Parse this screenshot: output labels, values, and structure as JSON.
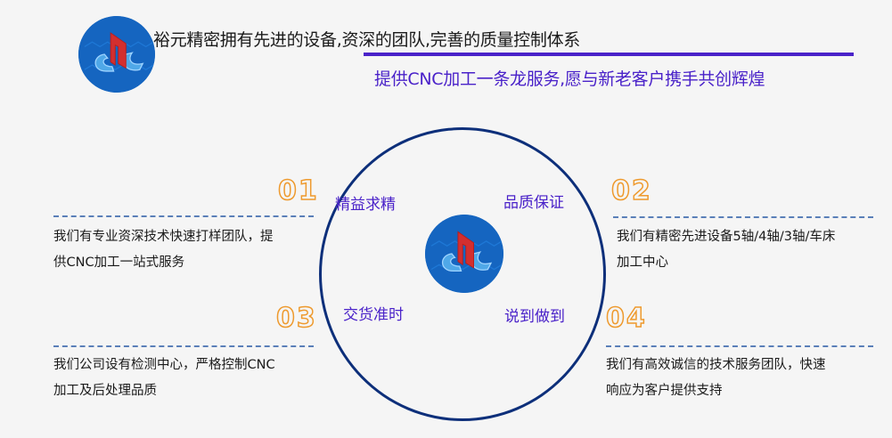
{
  "header": {
    "headline": "裕元精密拥有先进的设备,资深的团队,完善的质量控制体系",
    "slogan": "提供CNC加工一条龙服务,愿与新老客户携手共创辉煌",
    "logo_icon": "cnc-logo-icon"
  },
  "colors": {
    "accent_purple": "#4a22c9",
    "ring_navy": "#0d2f7a",
    "number_orange": "#ee9a2e",
    "dash_blue": "#5a7fb8",
    "logo_blue": "#1565c0",
    "logo_red": "#d32f2f",
    "background": "#f5f5f5"
  },
  "center": {
    "logo_icon": "cnc-logo-icon",
    "quadrants": [
      {
        "label": "精益求精",
        "position": "top-left"
      },
      {
        "label": "品质保证",
        "position": "top-right"
      },
      {
        "label": "交货准时",
        "position": "bottom-left"
      },
      {
        "label": "说到做到",
        "position": "bottom-right"
      }
    ]
  },
  "features": [
    {
      "number": "01",
      "line1": "我们有专业资深技术快速打样团队，提",
      "line2": "供CNC加工一站式服务"
    },
    {
      "number": "02",
      "line1": "我们有精密先进设备5轴/4轴/3轴/车床",
      "line2": "加工中心"
    },
    {
      "number": "03",
      "line1": "我们公司设有检测中心，严格控制CNC",
      "line2": "加工及后处理品质"
    },
    {
      "number": "04",
      "line1": "我们有高效诚信的技术服务团队，快速",
      "line2": "响应为客户提供支持"
    }
  ]
}
